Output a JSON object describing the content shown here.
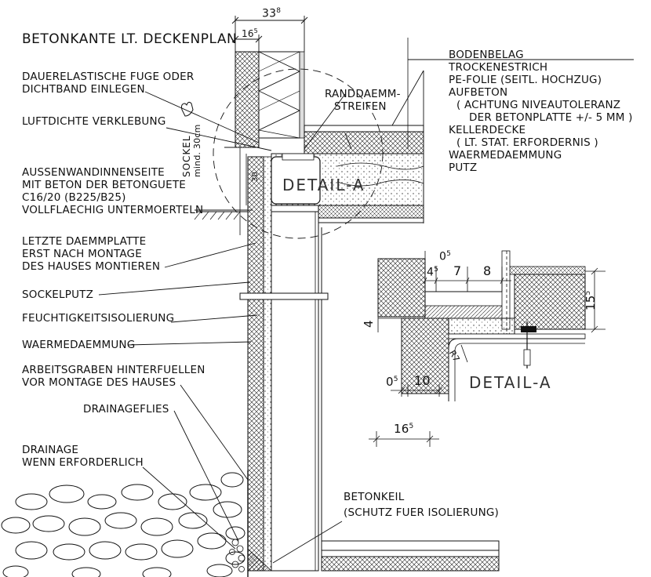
{
  "title": "BETONKANTE LT. DECKENPLAN",
  "dimensions": {
    "top_total": "33",
    "top_total_sup": "8",
    "top_inner": "16",
    "top_inner_sup": "5",
    "bottom_mid": "16",
    "bottom_mid_sup": "5",
    "sockel_height": "30"
  },
  "left_labels": {
    "fuge": [
      "DAUERELASTISCHE FUGE ODER",
      "DICHTBAND EINLEGEN"
    ],
    "verklebung": "LUFTDICHTE VERKLEBUNG",
    "aussenwand": [
      "AUSSENWANDINNENSEITE",
      "MIT BETON DER BETONGUETE",
      "C16/20 (B225/B25)",
      "VOLLFLAECHIG UNTERMOERTELN"
    ],
    "daemmplatte": [
      "LETZTE DAEMMPLATTE",
      "ERST NACH MONTAGE",
      "DES HAUSES MONTIEREN"
    ],
    "sockelputz": "SOCKELPUTZ",
    "feuchtigkeit": "FEUCHTIGKEITSISOLIERUNG",
    "waermedaemmung": "WAERMEDAEMMUNG",
    "arbeitsgraben": [
      "ARBEITSGRABEN HINTERFUELLEN",
      "VOR MONTAGE DES HAUSES"
    ],
    "drainageflies": "DRAINAGEFLIES",
    "drainage": [
      "DRAINAGE",
      "WENN ERFORDERLICH"
    ]
  },
  "sockel_label": [
    "SOCKEL",
    "mind. 30cm"
  ],
  "randdaemm": [
    "RANDDAEMM-",
    "STREIFEN"
  ],
  "right_layers": [
    "BODENBELAG",
    "TROCKENESTRICH",
    "PE-FOLIE (SEITL. HOCHZUG)",
    "AUFBETON",
    "( ACHTUNG NIVEAUTOLERANZ",
    "DER BETONPLATTE +/- 5 MM )",
    "KELLERDECKE",
    "( LT. STAT. ERFORDERNIS )",
    "WAERMEDAEMMUNG",
    "PUTZ"
  ],
  "detail_label": "DETAIL-A",
  "detail_box_label": "DETAIL-A",
  "detail_dims": {
    "d05_top": "0",
    "d05_top_sup": "5",
    "d45": "4",
    "d45_sup": "5",
    "d7": "7",
    "d8": "8",
    "d155": "15",
    "d155_sup": "5",
    "d4": "4",
    "d05_bot": "0",
    "d05_bot_sup": "5",
    "d10": "10",
    "r7": "R7"
  },
  "betonkeil": [
    "BETONKEIL",
    "(SCHUTZ FUER ISOLIERUNG)"
  ]
}
